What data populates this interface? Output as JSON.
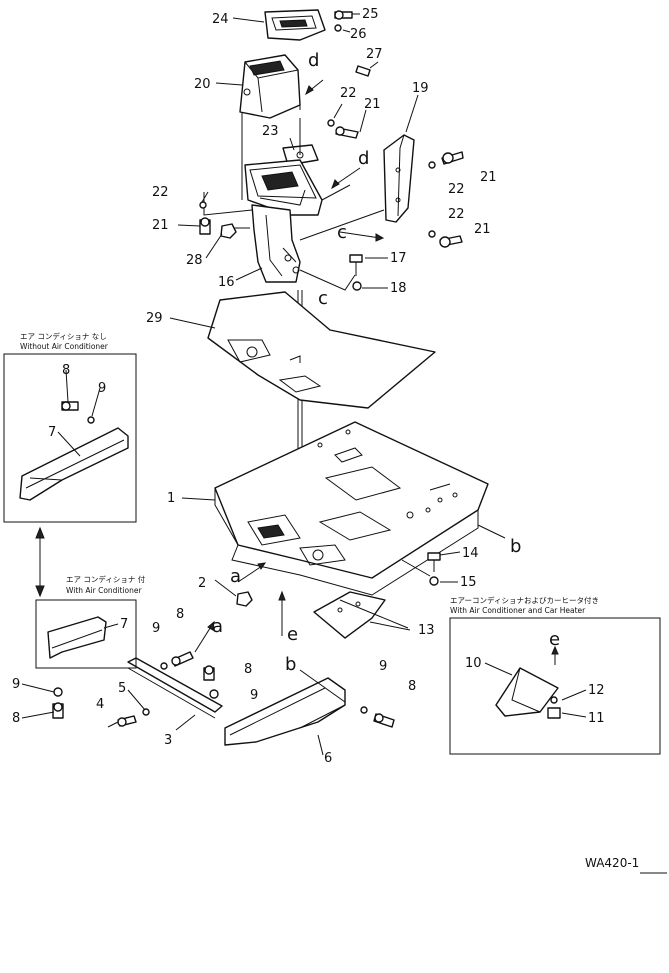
{
  "drawing_code": "WA420-1",
  "callouts": {
    "p1": "1",
    "p2": "2",
    "p3": "3",
    "p4": "4",
    "p5": "5",
    "p6": "6",
    "p7a": "7",
    "p7b": "7",
    "p8a": "8",
    "p8b": "8",
    "p8c": "8",
    "p8d": "8",
    "p8e": "8",
    "p9a": "9",
    "p9b": "9",
    "p9c": "9",
    "p9d": "9",
    "p9e": "9",
    "p10": "10",
    "p11": "11",
    "p12": "12",
    "p13": "13",
    "p14": "14",
    "p15": "15",
    "p16": "16",
    "p17": "17",
    "p18": "18",
    "p19": "19",
    "p20": "20",
    "p21a": "21",
    "p21b": "21",
    "p21c": "21",
    "p21d": "21",
    "p22a": "22",
    "p22b": "22",
    "p22c": "22",
    "p22d": "22",
    "p23": "23",
    "p24": "24",
    "p25": "25",
    "p26": "26",
    "p27": "27",
    "p28": "28",
    "p29": "29"
  },
  "reference_letters": {
    "a1": "a",
    "a2": "a",
    "b1": "b",
    "b2": "b",
    "c1": "c",
    "c2": "c",
    "d1": "d",
    "d2": "d",
    "e1": "e",
    "e2": "e"
  },
  "variant_boxes": {
    "without_ac": {
      "jp": "エア コンディショナ なし",
      "en": "Without Air Conditioner"
    },
    "with_ac": {
      "jp": "エア コンディショナ 付",
      "en": "With Air Conditioner"
    },
    "with_ac_heater": {
      "jp": "エアーコンディショナおよびカーヒータ付き",
      "en": "With Air Conditioner and Car Heater"
    }
  }
}
